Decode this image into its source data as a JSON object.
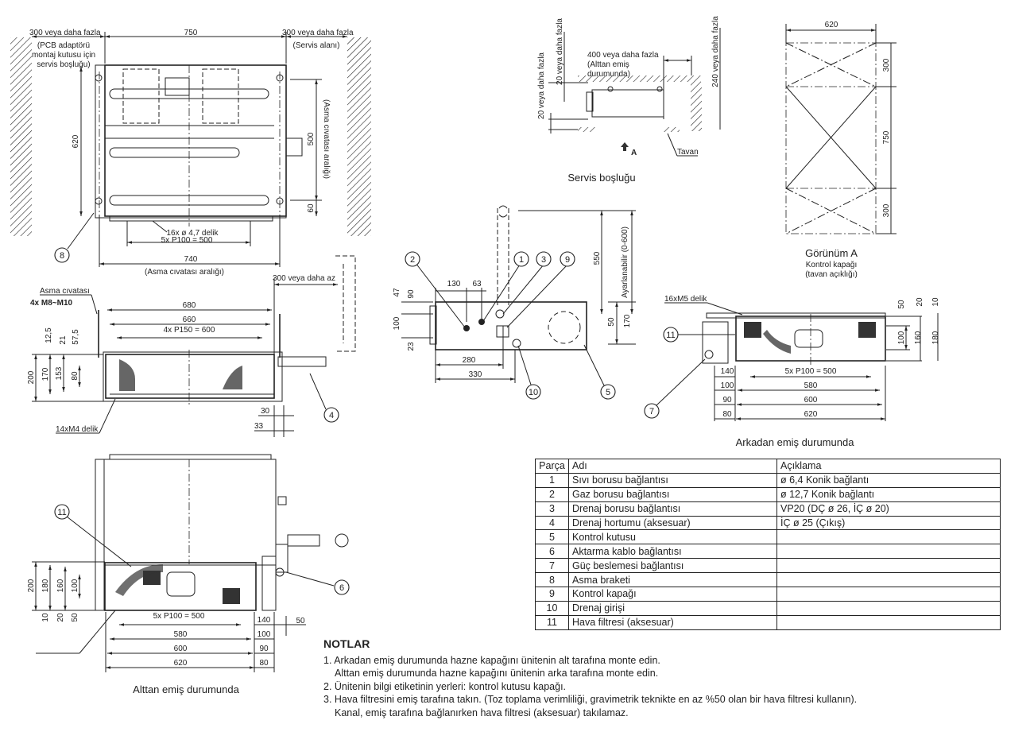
{
  "top_view": {
    "dim_left_clearance": "300 veya daha fazla",
    "note_left_clearance": [
      "(PCB adaptörü",
      "montaj kutusu için",
      "servis boşluğu)"
    ],
    "dim_width": "750",
    "dim_right_clearance": "300 veya daha fazla",
    "note_right_clearance": "(Servis alanı)",
    "dim_depth": "620",
    "dim_bolt_pitch": "500",
    "note_bolt_pitch": "(Asma cıvatası aralığı)",
    "dim_60": "60",
    "holes_label": "16x ø 4,7 delik",
    "pitch_label": "5x P100 = 500",
    "dim_740": "740",
    "note_740": "(Asma cıvatası aralığı)",
    "callout": "8"
  },
  "front_view": {
    "dim_drain_clearance": "300 veya daha az",
    "bolt_label": "Asma cıvatası",
    "bolt_spec": "4x M8~M10",
    "dim_680": "680",
    "dim_660": "660",
    "pitch_label": "4x P150 = 600",
    "vertical_dims": [
      "12,5",
      "21",
      "57,5",
      "200",
      "170",
      "153",
      "80"
    ],
    "dim_30": "30",
    "dim_33": "33",
    "holes_label": "14xM4 delik",
    "callout": "4"
  },
  "service_space": {
    "dim_20_top": "20 veya daha fazla",
    "dim_20_bottom": "20 veya daha fazla",
    "dim_400": "400 veya daha fazla",
    "note_400": [
      "(Alttan emiş",
      "durumunda)"
    ],
    "dim_240": "240 veya daha fazla",
    "arrow_label": "A",
    "ceiling_label": "Tavan",
    "caption": "Servis boşluğu"
  },
  "view_a": {
    "dim_width": "620",
    "dims_vertical": [
      "300",
      "750",
      "300"
    ],
    "caption": "Görünüm A",
    "sub1": "Kontrol kapağı",
    "sub2": "(tavan açıklığı)"
  },
  "side_view": {
    "dim_130": "130",
    "dim_63": "63",
    "dim_550": "550",
    "adjustable": "Ayarlanabilir (0-600)",
    "left_dims": [
      "47",
      "90",
      "100",
      "23"
    ],
    "dim_50": "50",
    "dim_170": "170",
    "dim_280": "280",
    "dim_330": "330",
    "callouts": [
      "2",
      "1",
      "3",
      "9",
      "10",
      "5"
    ]
  },
  "rear_intake": {
    "holes_label": "16xM5 delik",
    "right_dims": [
      "50",
      "20",
      "10",
      "100",
      "160",
      "180"
    ],
    "pitch_label": "5x P100 = 500",
    "left_dims": [
      "140",
      "100",
      "90",
      "80"
    ],
    "widths": [
      "580",
      "600",
      "620"
    ],
    "callouts": [
      "11",
      "7"
    ],
    "caption": "Arkadan emiş durumunda"
  },
  "bottom_intake": {
    "left_dims": [
      "200",
      "180",
      "160",
      "100",
      "10",
      "20",
      "50"
    ],
    "pitch_label": "5x P100 = 500",
    "widths": [
      "580",
      "600",
      "620"
    ],
    "right_dims": [
      "140",
      "100",
      "90",
      "80"
    ],
    "dim_50": "50",
    "callouts": [
      "11",
      "6"
    ],
    "caption": "Alttan emiş durumunda"
  },
  "parts_table": {
    "headers": [
      "Parça",
      "Adı",
      "Açıklama"
    ],
    "rows": [
      {
        "no": "1",
        "name": "Sıvı borusu bağlantısı",
        "desc": "ø 6,4 Konik bağlantı"
      },
      {
        "no": "2",
        "name": "Gaz borusu bağlantısı",
        "desc": "ø 12,7 Konik bağlantı"
      },
      {
        "no": "3",
        "name": "Drenaj borusu bağlantısı",
        "desc": "VP20 (DÇ ø  26, İÇ ø  20)"
      },
      {
        "no": "4",
        "name": "Drenaj hortumu (aksesuar)",
        "desc": "İÇ ø 25 (Çıkış)"
      },
      {
        "no": "5",
        "name": "Kontrol kutusu",
        "desc": ""
      },
      {
        "no": "6",
        "name": "Aktarma kablo bağlantısı",
        "desc": ""
      },
      {
        "no": "7",
        "name": "Güç beslemesi bağlantısı",
        "desc": ""
      },
      {
        "no": "8",
        "name": "Asma braketi",
        "desc": ""
      },
      {
        "no": "9",
        "name": "Kontrol kapağı",
        "desc": ""
      },
      {
        "no": "10",
        "name": "Drenaj girişi",
        "desc": ""
      },
      {
        "no": "11",
        "name": "Hava filtresi (aksesuar)",
        "desc": ""
      }
    ]
  },
  "notes": {
    "title": "NOTLAR",
    "items": [
      "1. Arkadan emiş durumunda hazne kapağını ünitenin alt tarafına monte edin.",
      "Alttan emiş durumunda hazne kapağını ünitenin arka tarafına monte edin.",
      "2. Ünitenin bilgi etiketinin yerleri: kontrol kutusu kapağı.",
      "3. Hava filtresini emiş tarafına takın. (Toz toplama verimliliği, gravimetrik teknikte en az %50 olan bir hava filtresi kullanın). Kanal, emiş tarafına bağlanırken hava filtresi (aksesuar) takılamaz."
    ]
  }
}
